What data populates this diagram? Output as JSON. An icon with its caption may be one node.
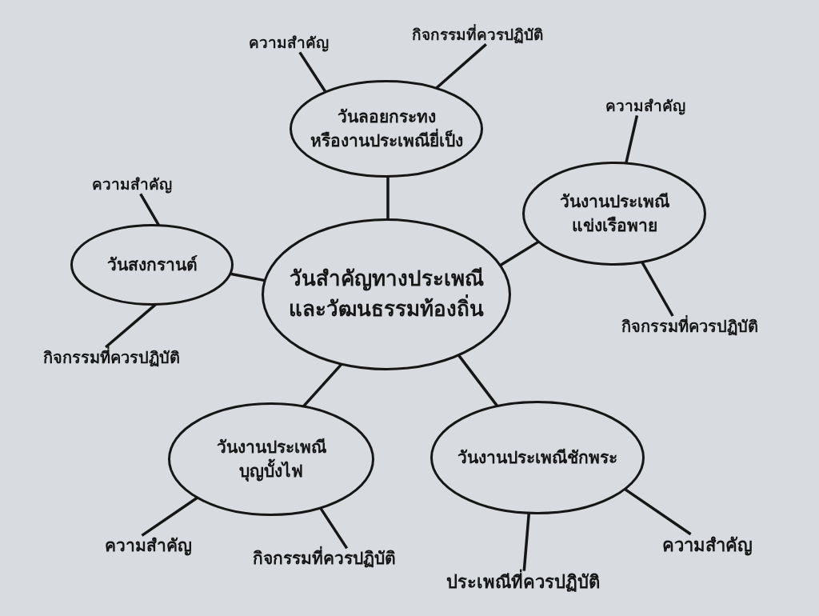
{
  "diagram": {
    "nodes": [
      {
        "text": [
          "วันสำคัญทางประเพณีและวัฒนธรรมท้องถิ่น"
        ]
      },
      {
        "text": [
          "วันลอยกระทงหรืองานประเพณียี่เป็ง"
        ]
      },
      {
        "text": [
          "ความสำคัญ"
        ]
      },
      {
        "text": [
          "กิจกรรมที่ควรปฏิบัติ"
        ]
      },
      {
        "text": [
          "วันงานประเพณีแข่งเรือพาย"
        ]
      },
      {
        "text": [
          "ความสำคัญ"
        ]
      },
      {
        "text": [
          "กิจกรรมที่ควรปฏิบัติ"
        ]
      },
      {
        "text": [
          "วันสงกรานต์"
        ]
      },
      {
        "text": [
          "ความสำคัญ"
        ]
      },
      {
        "text": [
          "กิจกรรมที่ควรปฏิบัติ"
        ]
      },
      {
        "text": [
          "วันงานประเพณีบุญบั้งไฟ"
        ]
      },
      {
        "text": [
          "ความสำคัญ"
        ]
      },
      {
        "text": [
          "กิจกรรมที่ควรปฏิบัติ"
        ]
      },
      {
        "text": [
          "วันงานประเพณีชักพระ"
        ]
      },
      {
        "text": [
          "ประเพณีที่ควรปฏิบัติ"
        ]
      },
      {
        "text": [
          "ความสำคัญ"
        ]
      }
    ],
    "edges": [
      {
        "from": 0,
        "to": 1,
        "arrow": "none"
      },
      {
        "from": 1,
        "to": 2,
        "arrow": "none"
      },
      {
        "from": 1,
        "to": 3,
        "arrow": "none"
      },
      {
        "from": 0,
        "to": 4,
        "arrow": "none"
      },
      {
        "from": 4,
        "to": 5,
        "arrow": "none"
      },
      {
        "from": 4,
        "to": 6,
        "arrow": "none"
      },
      {
        "from": 0,
        "to": 7,
        "arrow": "none"
      },
      {
        "from": 7,
        "to": 8,
        "arrow": "none"
      },
      {
        "from": 7,
        "to": 9,
        "arrow": "none"
      },
      {
        "from": 0,
        "to": 10,
        "arrow": "none"
      },
      {
        "from": 10,
        "to": 11,
        "arrow": "none"
      },
      {
        "from": 10,
        "to": 12,
        "arrow": "none"
      },
      {
        "from": 0,
        "to": 13,
        "arrow": "none"
      },
      {
        "from": 13,
        "to": 14,
        "arrow": "none"
      },
      {
        "from": 13,
        "to": 15,
        "arrow": "none"
      }
    ]
  }
}
